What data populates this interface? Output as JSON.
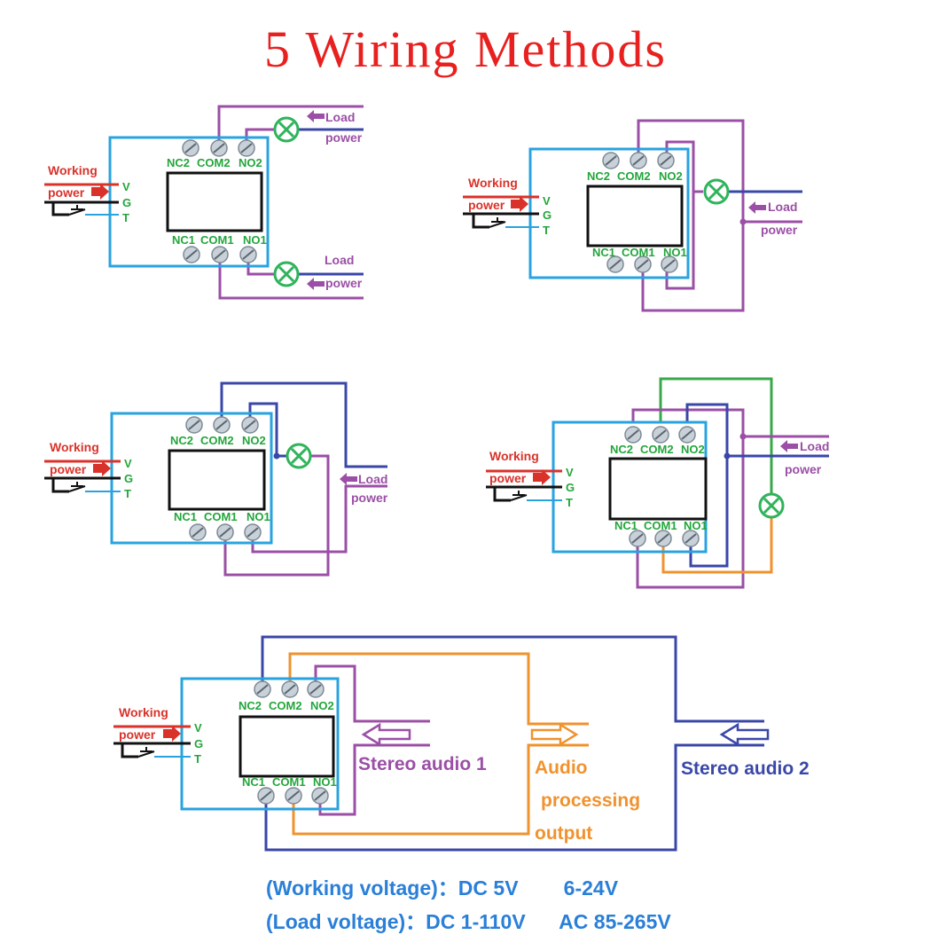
{
  "title": "5 Wiring Methods",
  "labels": {
    "working": "Working",
    "power": "power",
    "pin_v": "V",
    "pin_g": "G",
    "pin_t": "T",
    "nc2": "NC2",
    "com2": "COM2",
    "no2": "NO2",
    "nc1": "NC1",
    "com1": "COM1",
    "no1": "NO1",
    "load": "Load",
    "load_power": "power"
  },
  "audio": {
    "stereo1": "Stereo audio 1",
    "processing_line1": "Audio",
    "processing_line2": "processing",
    "processing_line3": "output",
    "stereo2": "Stereo audio 2"
  },
  "voltages": {
    "working": "(Working voltage)：DC 5V        6-24V",
    "load": "(Load voltage)：DC 1-110V      AC 85-265V"
  },
  "colors": {
    "title": "#e8201f",
    "board_outline": "#29a3e0",
    "terminal_text": "#22a63a",
    "working_text": "#d9322a",
    "wire_purple": "#9b4fa6",
    "wire_navy": "#3a47a8",
    "wire_green": "#3aa84a",
    "wire_orange": "#f0922e",
    "voltage_text": "#2a7fd8"
  }
}
